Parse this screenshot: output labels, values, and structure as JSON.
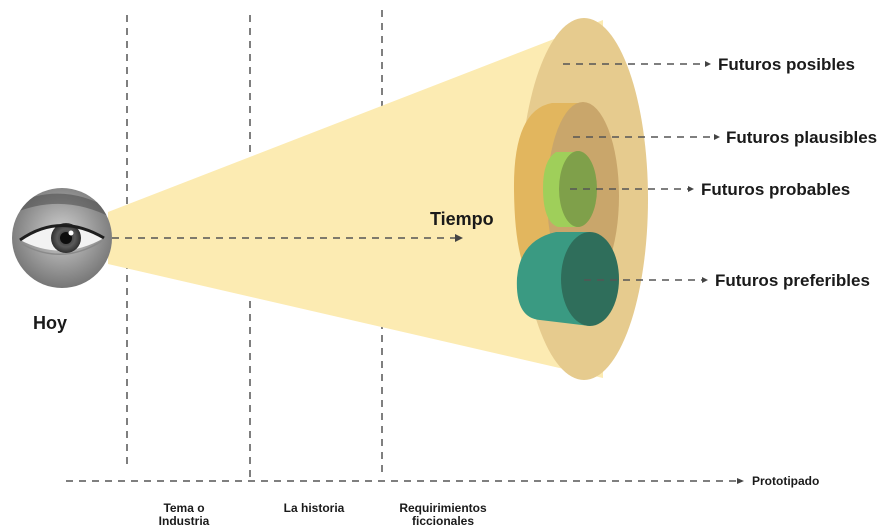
{
  "origin_label": "Hoy",
  "time_label": "Tiempo",
  "futures": {
    "posibles": "Futuros posibles",
    "plausibles": "Futuros plausibles",
    "probables": "Futuros probables",
    "preferibles": "Futuros preferibles"
  },
  "axis_label": "Prototipado",
  "stages": [
    {
      "line1": "Tema o",
      "line2": "Industria"
    },
    {
      "line1": "La historia",
      "line2": ""
    },
    {
      "line1": "Requirimientos",
      "line2": "ficcionales"
    }
  ],
  "colors": {
    "cone": "#fcebb2",
    "possible": "#e6cb8e",
    "plausible_face": "#c9a66b",
    "plausible_side": "#e2b65e",
    "probable_face": "#7fa04a",
    "probable_side": "#9fcf5a",
    "preferable_face": "#2f6e5b",
    "preferable_side": "#3a9a82"
  },
  "icons": {
    "origin": "eye-icon"
  }
}
